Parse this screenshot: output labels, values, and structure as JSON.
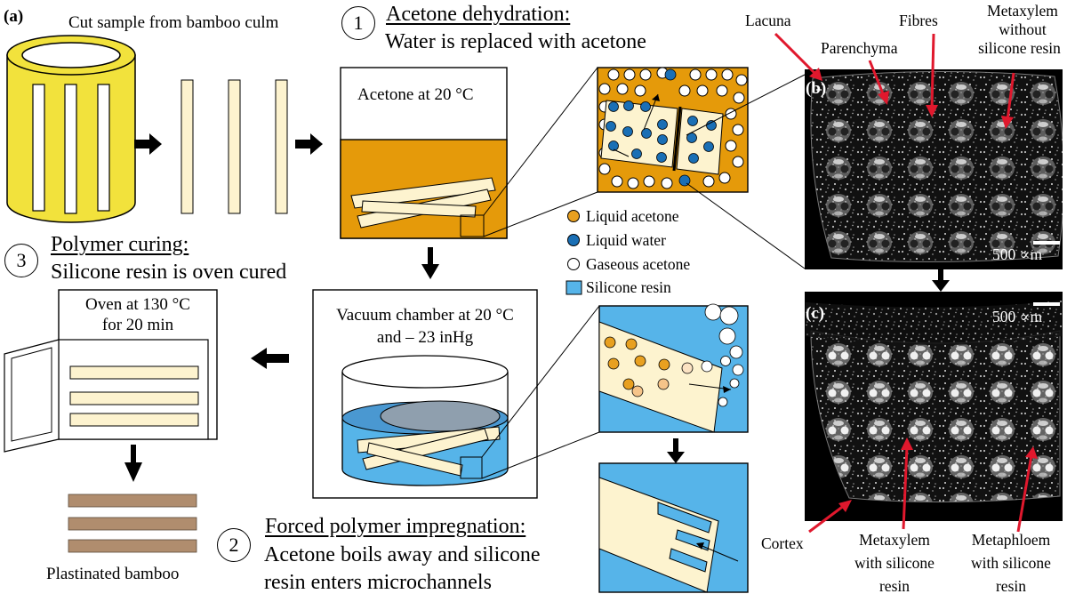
{
  "panel_labels": {
    "a": "(a)",
    "b": "(b)",
    "c": "(c)"
  },
  "cut_caption": "Cut sample from bamboo culm",
  "step1": {
    "number": "1",
    "title": "Acetone dehydration:",
    "desc": "Water is replaced with acetone"
  },
  "step2": {
    "number": "2",
    "title": "Forced polymer impregnation:",
    "line1": "Acetone boils away and silicone",
    "line2": "resin enters microchannels"
  },
  "step3": {
    "number": "3",
    "title": "Polymer curing:",
    "desc": "Silicone resin is oven cured"
  },
  "beaker_label": "Acetone at 20 °C",
  "vacuum": {
    "line1": "Vacuum chamber at 20 °C",
    "line2": "and – 23 inHg"
  },
  "oven": {
    "line1": "Oven at 130 °C",
    "line2": "for 20 min"
  },
  "plastinated_caption": "Plastinated bamboo",
  "legend": [
    {
      "label": "Liquid acetone",
      "marker": "filled-circle",
      "color": "#e8a020"
    },
    {
      "label": "Liquid water",
      "marker": "filled-circle",
      "color": "#1a6fb5"
    },
    {
      "label": "Gaseous acetone",
      "marker": "open-circle",
      "color": "#ffffff"
    },
    {
      "label": "Silicone resin",
      "marker": "square",
      "color": "#56b4e9"
    }
  ],
  "scale_bars": {
    "b": "500 ∝m",
    "c": "500 ∝m"
  },
  "annotations_top": {
    "lacuna": "Lacuna",
    "parenchyma": "Parenchyma",
    "fibres": "Fibres",
    "metaxylem": [
      "Metaxylem",
      "without",
      "silicone resin"
    ]
  },
  "annotations_bottom": {
    "cortex": "Cortex",
    "metaxylem": [
      "Metaxylem",
      "with silicone",
      "resin"
    ],
    "metaphloem": [
      "Metaphloem",
      "with silicone",
      "resin"
    ]
  },
  "colors": {
    "culm_yellow": "#f2e23c",
    "strip_cream": "#fdf3cf",
    "acetone_orange": "#e59a0a",
    "water_blue": "#1a6fb5",
    "resin_blue": "#56b4e9",
    "arrow_red": "#e0182d",
    "plastinated_brown": "#b08d6e"
  }
}
